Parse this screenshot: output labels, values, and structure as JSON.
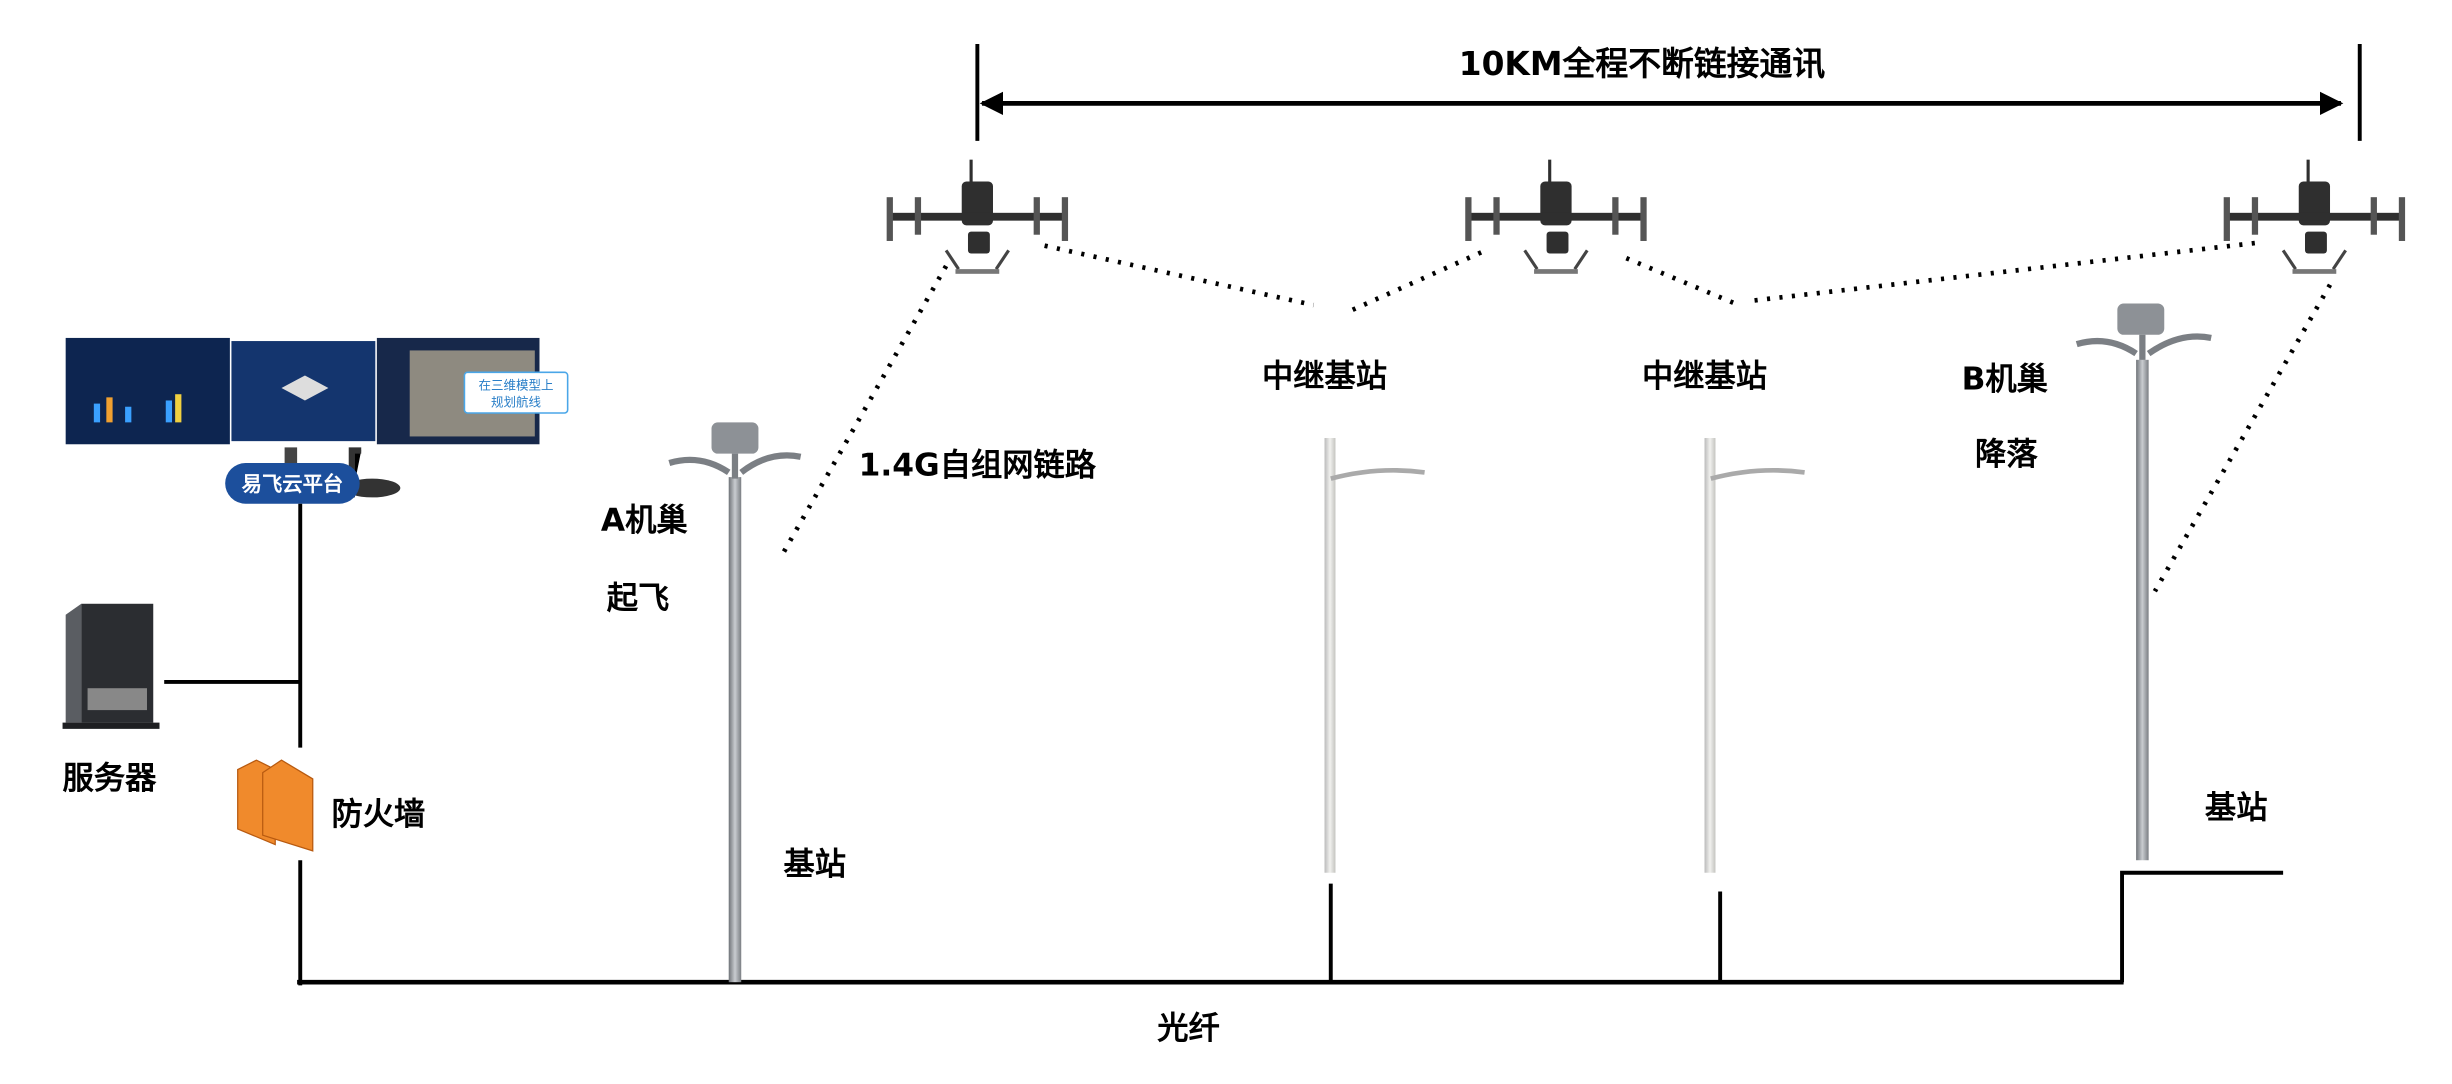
{
  "title": "10KM全程不断链接通讯",
  "platform": {
    "badge": "易飞云平台",
    "callout_line1": "在三维模型上",
    "callout_line2": "规划航线"
  },
  "labels": {
    "server": "服务器",
    "firewall": "防火墙",
    "nest_a_line1": "A机巢",
    "nest_a_line2": "起飞",
    "link": "1.4G自组网链路",
    "base_station_a": "基站",
    "relay_1": "中继基站",
    "relay_2": "中继基站",
    "nest_b_line1": "B机巢",
    "nest_b_line2": "降落",
    "base_station_b": "基站",
    "fiber": "光纤"
  },
  "colors": {
    "badge": "#1c4f9c",
    "firewall": "#f08a2c",
    "screen": "#0d2550",
    "pole": "#9a9ea3"
  }
}
